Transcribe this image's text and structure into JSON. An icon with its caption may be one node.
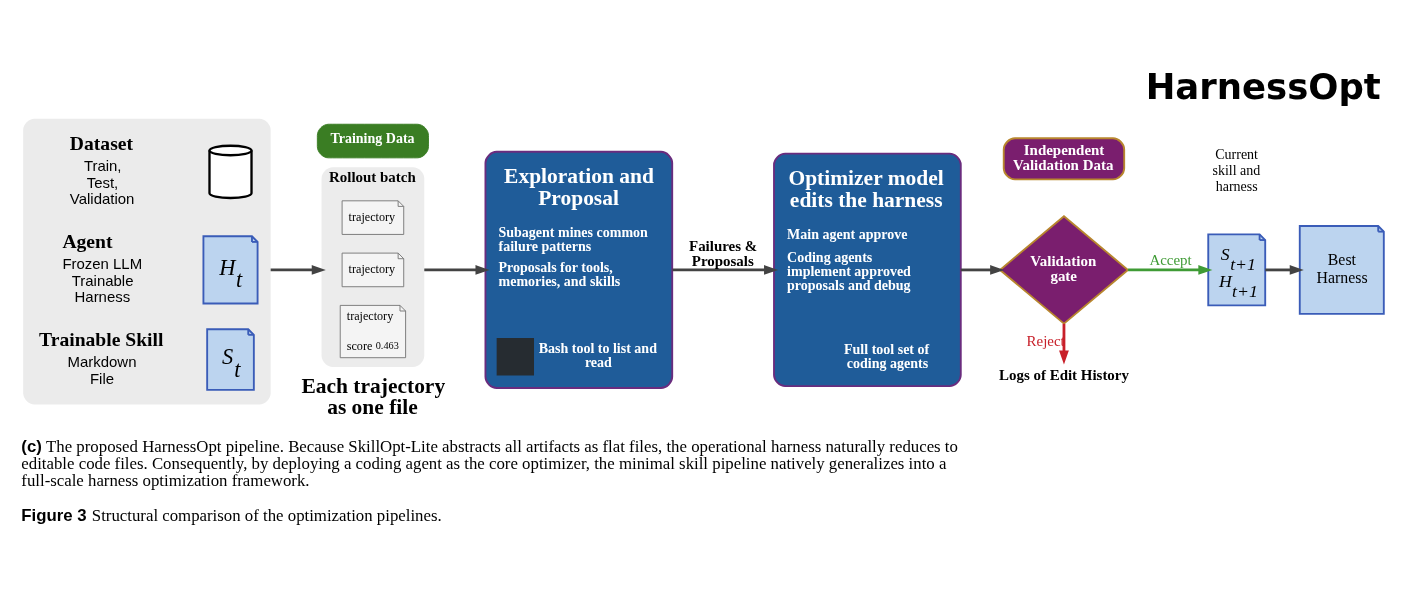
{
  "diagram": {
    "title": "HarnessOpt",
    "caption": "**Figure 3** Structural comparison of the optimization pipelines.",
    "nodes": [
      {
        "text": [],
        "shape": "box"
      },
      {
        "text": [],
        "shape": "cylinder",
        "in": 0,
        "beside": [
          "Dataset",
          "Train, Test, Validation"
        ]
      },
      {
        "text": [
          "H$_{t}$"
        ],
        "in": 0,
        "beside": [
          "Agent",
          "Frozen LLM Trainable Harness"
        ]
      },
      {
        "text": [
          "S$_{t}$"
        ],
        "in": 0,
        "beside": [
          "Trainable Skill",
          "Markdown File"
        ]
      },
      {
        "text": [
          "Training Data"
        ]
      },
      {
        "text": [
          "Rollout batch"
        ],
        "beside": [
          "Each trajectory as one file"
        ]
      },
      {
        "text": [
          "trajectory"
        ],
        "in": 5
      },
      {
        "text": [
          "trajectory"
        ],
        "in": 5
      },
      {
        "text": [
          "trajectory",
          "score",
          "0.463"
        ],
        "in": 5
      },
      {
        "text": [
          "Exploration and Proposal",
          "Subagent mines common failure patterns",
          "Proposals for tools, memories, and skills",
          "Bash tool to list and read"
        ]
      },
      {
        "text": [
          "Optimizer model edits the harness",
          "Main agent approve",
          "Coding agents implement approved proposals and debug",
          "Full tool set of coding agents"
        ]
      },
      {
        "text": [
          "Independent Validation Data"
        ]
      },
      {
        "text": [
          "Validation gate"
        ]
      },
      {
        "text": [
          "S$_{t+1}$",
          "H$_{t+1}$"
        ],
        "beside": [
          "Current skill and harness"
        ]
      },
      {
        "text": [
          "Logs of Edit History"
        ]
      },
      {
        "text": [
          "Best Harness"
        ]
      }
    ],
    "edges": [
      {
        "from": 0,
        "to": 5,
        "arrow": "to"
      },
      {
        "from": 5,
        "to": 9,
        "arrow": "to"
      },
      {
        "from": 9,
        "to": 10,
        "arrow": "to",
        "label": "Failures & Proposals"
      },
      {
        "from": 10,
        "to": 12,
        "arrow": "to"
      },
      {
        "from": 12,
        "to": 13,
        "arrow": "to",
        "label": "Accept",
        "color": "#3f9b35"
      },
      {
        "from": 12,
        "to": 14,
        "arrow": "to",
        "label": "Reject",
        "color": "#c8202a"
      },
      {
        "from": 13,
        "to": 15,
        "arrow": "to"
      }
    ],
    "labels": [
      "**(c)** The proposed HarnessOpt pipeline. Because SkillOpt-Lite abstracts all artifacts as flat files, the operational harness naturally reduces to editable code files. Consequently, by deploying a coding agent as the core optimizer, the minimal skill pipeline natively generalizes into a full-scale harness optimization framework."
    ]
  }
}
